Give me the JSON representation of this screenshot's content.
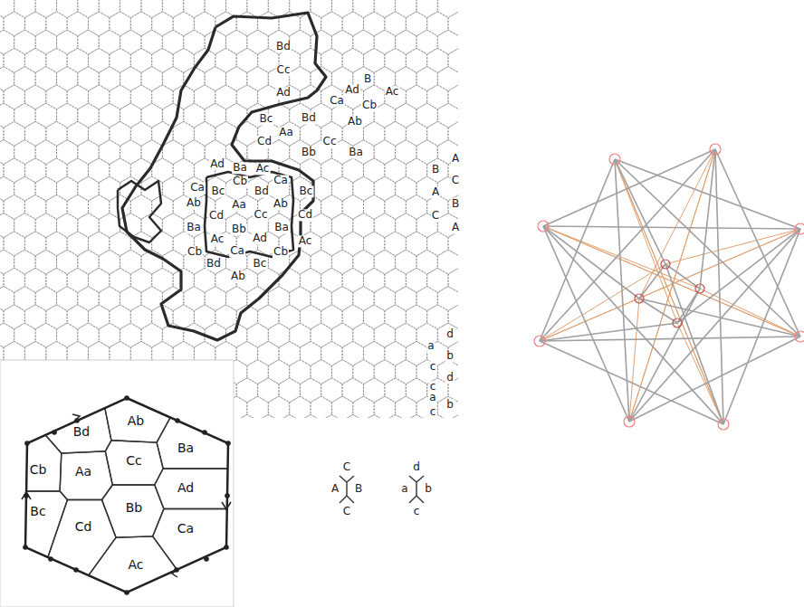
{
  "diagram": {
    "nodes": [
      {
        "text": [
          "Ab"
        ]
      },
      {
        "text": [
          "Bd"
        ]
      },
      {
        "text": [
          "Ba"
        ]
      },
      {
        "text": [
          "Cc"
        ]
      },
      {
        "text": [
          "Cb"
        ]
      },
      {
        "text": [
          "Aa"
        ]
      },
      {
        "text": [
          "Ad"
        ]
      },
      {
        "text": [
          "Bb"
        ]
      },
      {
        "text": [
          "Bc"
        ]
      },
      {
        "text": [
          "Cd"
        ]
      },
      {
        "text": [
          "Ca"
        ]
      },
      {
        "text": [
          "Ac"
        ]
      }
    ],
    "labels": [
      "Bd",
      "Cc",
      "Ad",
      "Ad",
      "B",
      "Ac",
      "Ca",
      "Cb",
      "Bc",
      "Bd",
      "Ab",
      "Aa",
      "Cd",
      "Cc",
      "Bb",
      "Ba",
      "Ad",
      "Ba",
      "Ac",
      "Cb",
      "Ca",
      "Ca",
      "Bc",
      "Bd",
      "Bc",
      "Ab",
      "Aa",
      "Ab",
      "Cc",
      "Cd",
      "Cd",
      "Ba",
      "Bb",
      "Ba",
      "Ad",
      "Ac",
      "Ac",
      "Cb",
      "Ca",
      "Cb",
      "Bd",
      "Bc",
      "Ab",
      "A",
      "B",
      "C",
      "A",
      "B",
      "C",
      "A",
      "d",
      "a",
      "b",
      "c",
      "d",
      "c",
      "a",
      "b",
      "c",
      "C",
      "A",
      "B",
      "C",
      "d",
      "a",
      "b",
      "c"
    ]
  }
}
